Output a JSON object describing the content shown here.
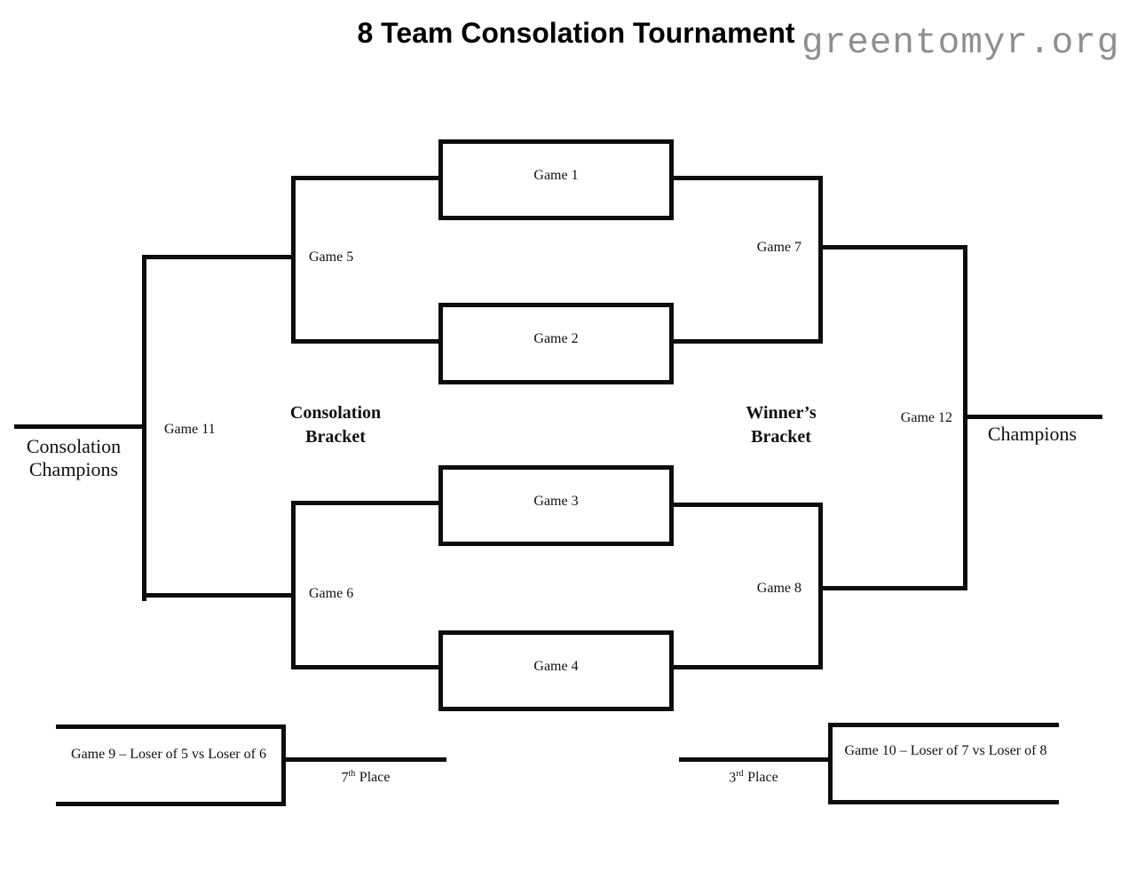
{
  "title": "8 Team Consolation Tournament",
  "watermark": "greentomyr.org",
  "sections": {
    "consolation": {
      "line1": "Consolation",
      "line2": "Bracket"
    },
    "winners": {
      "line1": "Winner’s",
      "line2": "Bracket"
    }
  },
  "games": {
    "g1": "Game 1",
    "g2": "Game 2",
    "g3": "Game 3",
    "g4": "Game 4",
    "g5": "Game 5",
    "g6": "Game 6",
    "g7": "Game 7",
    "g8": "Game 8",
    "g9": "Game 9 – Loser of 5 vs Loser of 6",
    "g10": "Game 10 – Loser of 7 vs Loser of 8",
    "g11": "Game 11",
    "g12": "Game 12"
  },
  "outcomes": {
    "consolation_champion": {
      "line1": "Consolation",
      "line2": "Champions"
    },
    "champion": "Champions",
    "seventh": {
      "number": "7",
      "ordinal": "th",
      "label": "Place"
    },
    "third": {
      "number": "3",
      "ordinal": "rd",
      "label": "Place"
    }
  },
  "colors": {
    "line": "#0d0d0d",
    "text": "#111111",
    "watermark": "#8f8f8f",
    "background": "#ffffff"
  }
}
